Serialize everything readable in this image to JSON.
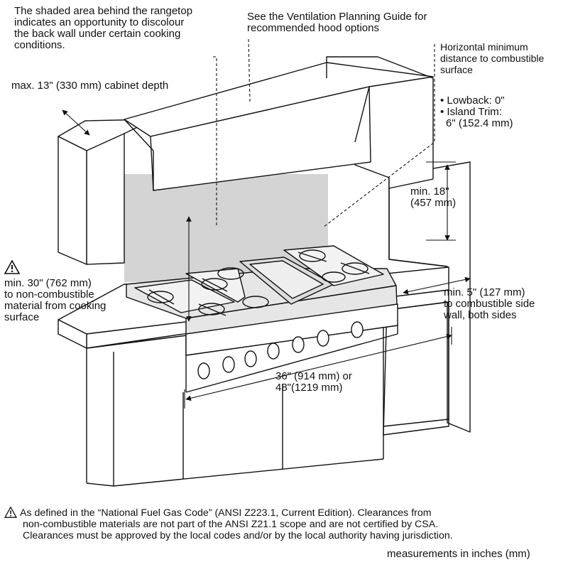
{
  "labels": {
    "shaded_area": [
      "The shaded area behind the rangetop",
      "indicates an opportunity to discolour",
      "the back wall under certain cooking",
      "conditions."
    ],
    "ventilation": [
      "See the Ventilation Planning Guide for",
      "recommended hood options"
    ],
    "horizontal_min": [
      "Horizontal minimum",
      "distance to combustible",
      "surface"
    ],
    "lowback": "• Lowback: 0\"",
    "island_trim": [
      "• Island Trim:",
      "6\" (152.4 mm)"
    ],
    "cabinet_depth": "max. 13\" (330 mm) cabinet depth",
    "min_18": [
      "min. 18\"",
      "(457 mm)"
    ],
    "min_30": [
      "min. 30\" (762 mm)",
      "to non-combustible",
      "material from cooking",
      "surface"
    ],
    "min_5": [
      "min. 5\" (127 mm)",
      "to combustible side",
      "wall, both sides"
    ],
    "width": [
      "36\" (914 mm) or",
      "48\"(1219 mm)"
    ]
  },
  "footnote": [
    "As defined in the “National Fuel Gas Code” (ANSI Z223.1, Current Edition). Clearances from",
    "non-combustible materials are not part of the ANSI Z21.1 scope and are not certified by CSA.",
    "Clearances must be approved by the local codes and/or by the local authority having jurisdiction."
  ],
  "units_note": "measurements in inches (mm)",
  "icons": {
    "warning": "warning-triangle-icon"
  },
  "colors": {
    "line": "#111111",
    "shade": "#d4d4d4",
    "steel": "#e6e6e6",
    "background": "#ffffff"
  }
}
